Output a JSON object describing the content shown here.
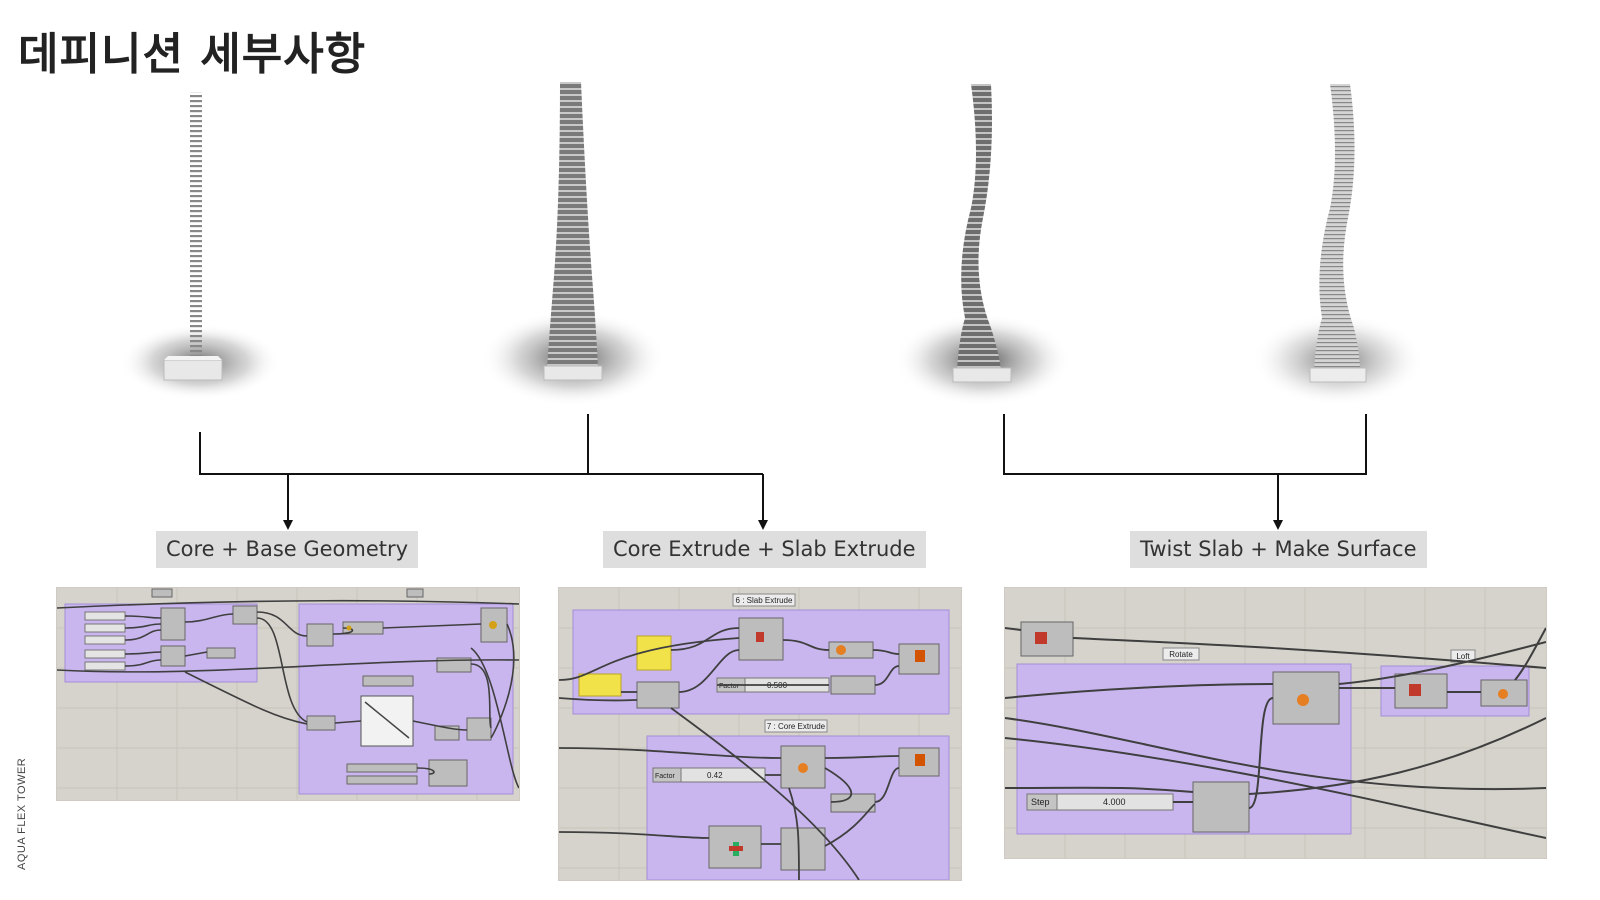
{
  "title": "데피니션 세부사항",
  "side_label": "AQUA FLEX TOWER",
  "stages": [
    {
      "label": "Core + Base Geometry"
    },
    {
      "label": "Core Extrude + Slab Extrude"
    },
    {
      "label": "Twist Slab + Make Surface"
    }
  ],
  "panel2": {
    "group1_name": "6 : Slab Extrude",
    "group2_name": "7 : Core Extrude",
    "factor_label": "Factor",
    "factor1_value": "0.500",
    "factor2_value": "0.42"
  },
  "panel3": {
    "group_rotate": "Rotate",
    "group_loft": "Loft",
    "step_label": "Step",
    "step_value": "4.000"
  },
  "colors": {
    "group_fill": "#c9b6ee",
    "group_border": "#a48fd6",
    "canvas": "#d6d3cc",
    "wire": "#555555",
    "label_bg": "#dedede"
  }
}
